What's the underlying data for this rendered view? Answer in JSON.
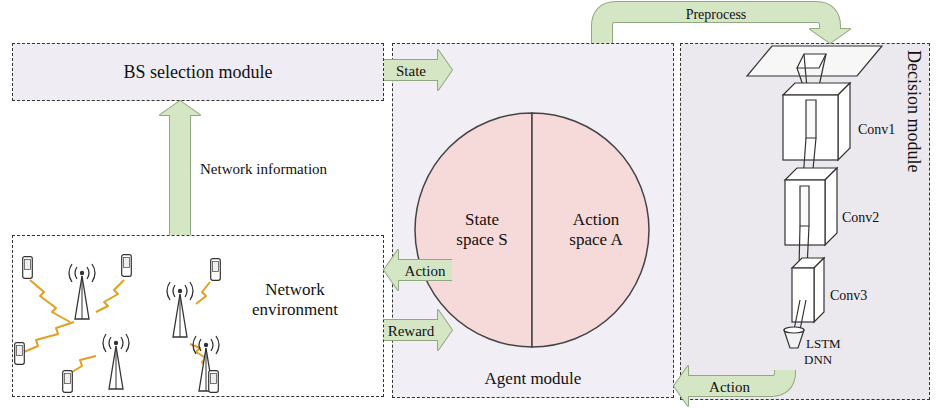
{
  "diagram": {
    "nodes": [
      {
        "text": [
          "BS selection module"
        ]
      },
      {
        "text": [
          "Network environment"
        ]
      },
      {
        "text": [
          "Agent module"
        ]
      },
      {
        "text": [
          "State space S"
        ],
        "in": 2
      },
      {
        "text": [
          "Action space A"
        ],
        "in": 2
      },
      {
        "text": [
          "Decision module"
        ]
      }
    ],
    "edges": [
      {
        "from": 0,
        "to": 2,
        "arrow": "to",
        "label": "State"
      },
      {
        "from": 1,
        "to": 0,
        "arrow": "to",
        "label": "Network information"
      },
      {
        "from": 2,
        "to": 1,
        "arrow": "to",
        "label": "Action"
      },
      {
        "from": 1,
        "to": 2,
        "arrow": "to",
        "label": "Reward"
      },
      {
        "from": 2,
        "to": 5,
        "arrow": "to",
        "label": "Preprocess"
      },
      {
        "from": 5,
        "to": 2,
        "arrow": "to",
        "label": "Action"
      }
    ],
    "labels": [
      "Conv1",
      "Conv2",
      "Conv3",
      "LSTM",
      "DNN"
    ]
  }
}
